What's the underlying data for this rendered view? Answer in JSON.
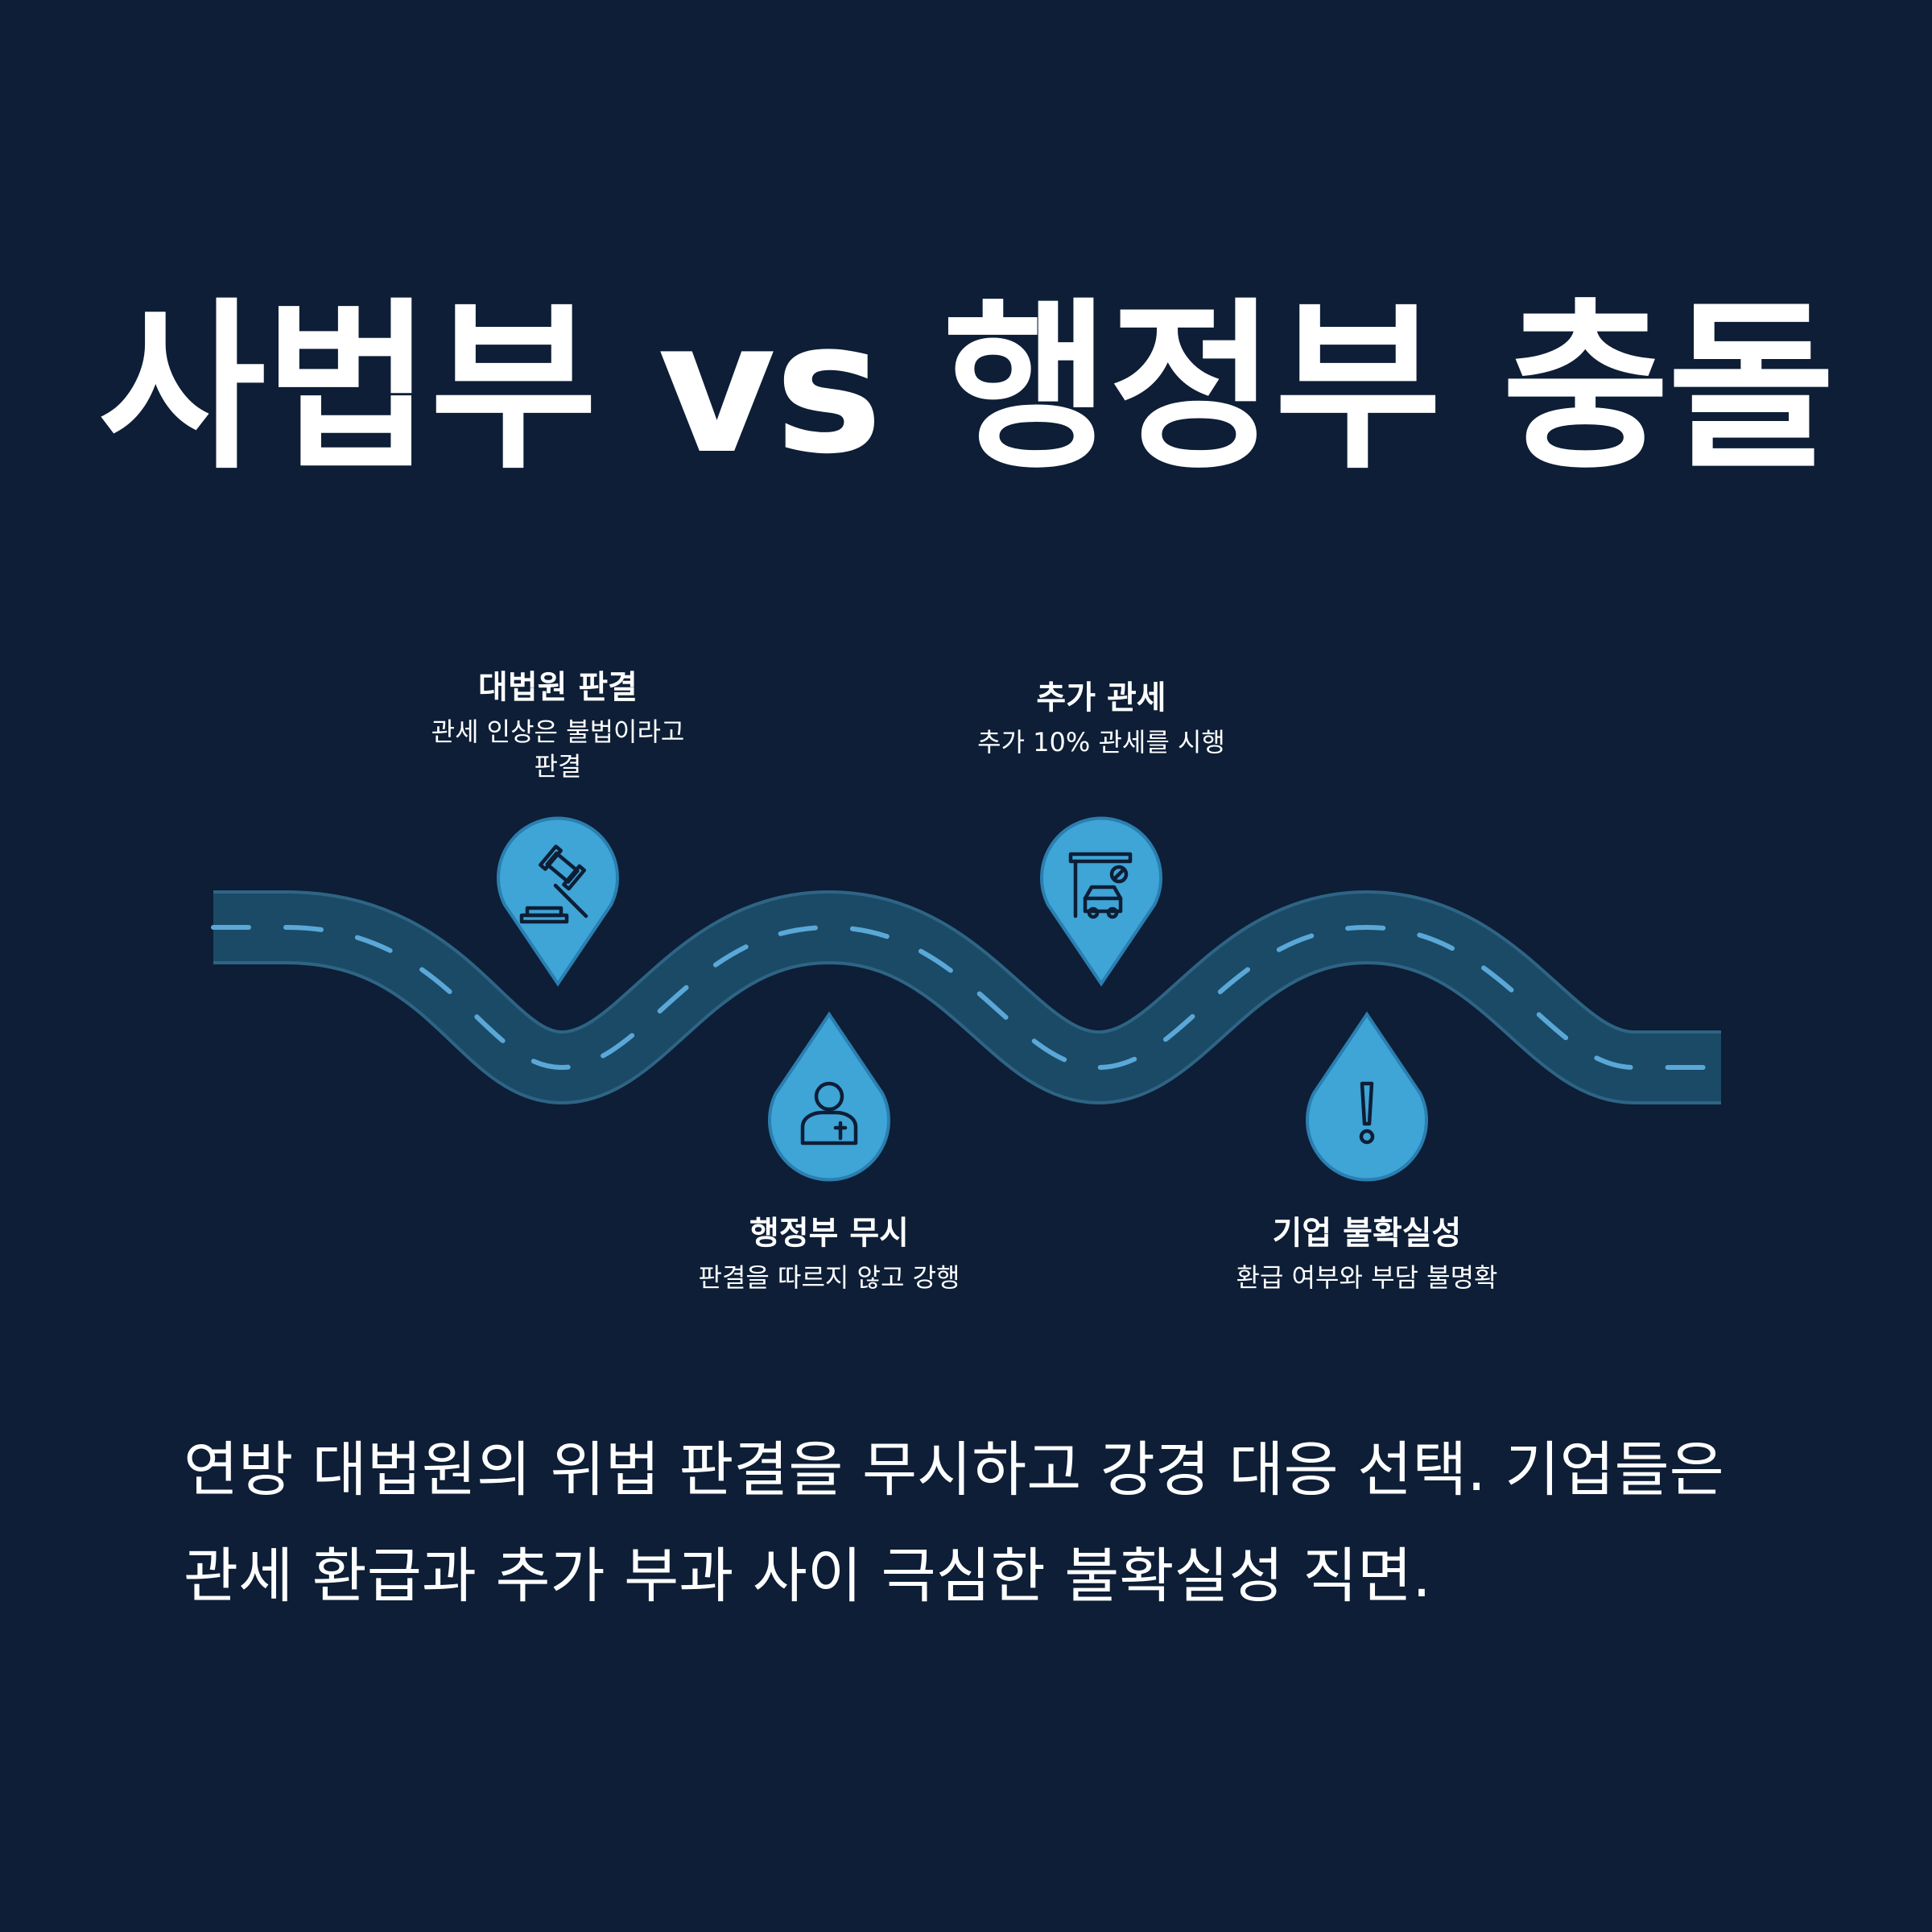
{
  "title": "사법부 vs 행정부 충돌",
  "milestones": [
    {
      "id": "court",
      "heading": "대법원 판결",
      "description": "관세 인상은 불법이라고 판결",
      "icon": "gavel-icon"
    },
    {
      "id": "ignore",
      "heading": "행정부 무시",
      "description": "판결을 따르지 않고 강행",
      "icon": "official-person-icon"
    },
    {
      "id": "tariff",
      "heading": "추가 관세",
      "description": "추가 10% 관세를 시행",
      "icon": "toll-gate-car-icon"
    },
    {
      "id": "uncertainty",
      "heading": "기업 불확실성",
      "description": "환급 여부와 부담 불명확",
      "icon": "exclamation-icon"
    }
  ],
  "summary": "연방 대법원의 위법 판결을 무시하고 강경 대응 선택. 기업들은 관세 환급과 추가 부과 사이 극심한 불확실성 직면.",
  "colors": {
    "background": "#0d1e36",
    "road": "#1b4a66",
    "road_edge": "#2e6484",
    "lane_dash": "#5aa8d8",
    "pin": "#3fa4d6",
    "pin_edge": "#2a7fb0",
    "text": "#ffffff"
  }
}
